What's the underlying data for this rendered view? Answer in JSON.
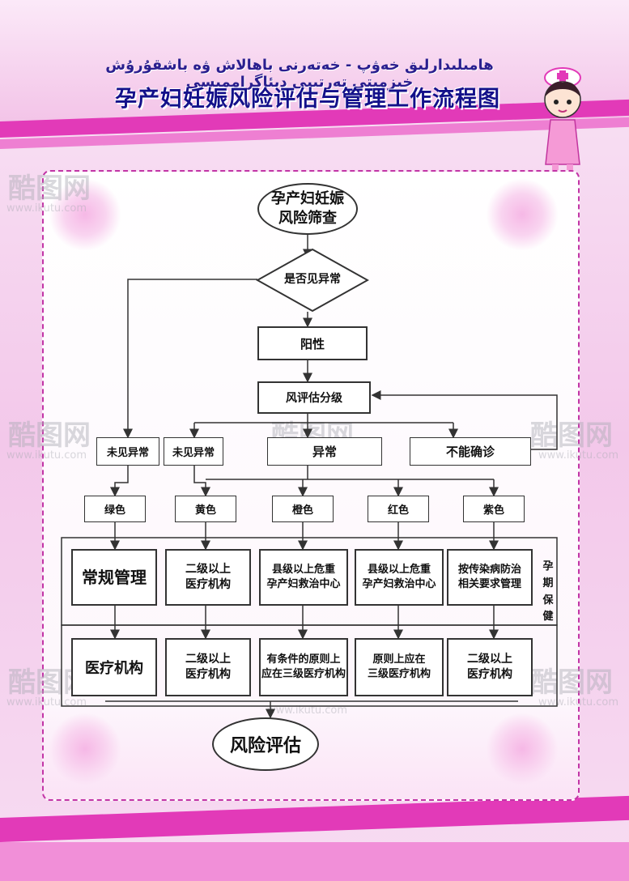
{
  "header": {
    "subtitle_uyghur": "ھامىلىدارلىق خەۋپ - خەتەرنى باھالاش ۋە باشقۇرۇش خىزمىتى تەرتىپى دىئاگراممىسى",
    "title": "孕产妇妊娠风险评估与管理工作流程图"
  },
  "flow": {
    "start": "孕产妇妊娠\n风险筛查",
    "decision": "是否见异常",
    "positive": "阳性",
    "grading": "风评估分级",
    "branch_no_abnormal_1": "未见异常",
    "branch_no_abnormal_2": "未见异常",
    "branch_abnormal": "异常",
    "branch_undiagnosed": "不能确诊",
    "colors": [
      "绿色",
      "黄色",
      "橙色",
      "红色",
      "紫色"
    ],
    "management": [
      "常规管理",
      "二级以上\n医疗机构",
      "县级以上危重\n孕产妇救治中心",
      "县级以上危重\n孕产妇救治中心",
      "按传染病防治\n相关要求管理"
    ],
    "delivery": [
      "医疗机构",
      "二级以上\n医疗机构",
      "有条件的原则上\n应在三级医疗机构",
      "原则上应在\n三级医疗机构",
      "二级以上\n医疗机构"
    ],
    "side_label": "孕\n期\n保\n健",
    "end": "风险评估"
  },
  "watermark": {
    "brand": "酷图网",
    "url": "www.ikutu.com"
  },
  "colors": {
    "accent_pink": "#e23ab8",
    "title_blue": "#13108a"
  }
}
